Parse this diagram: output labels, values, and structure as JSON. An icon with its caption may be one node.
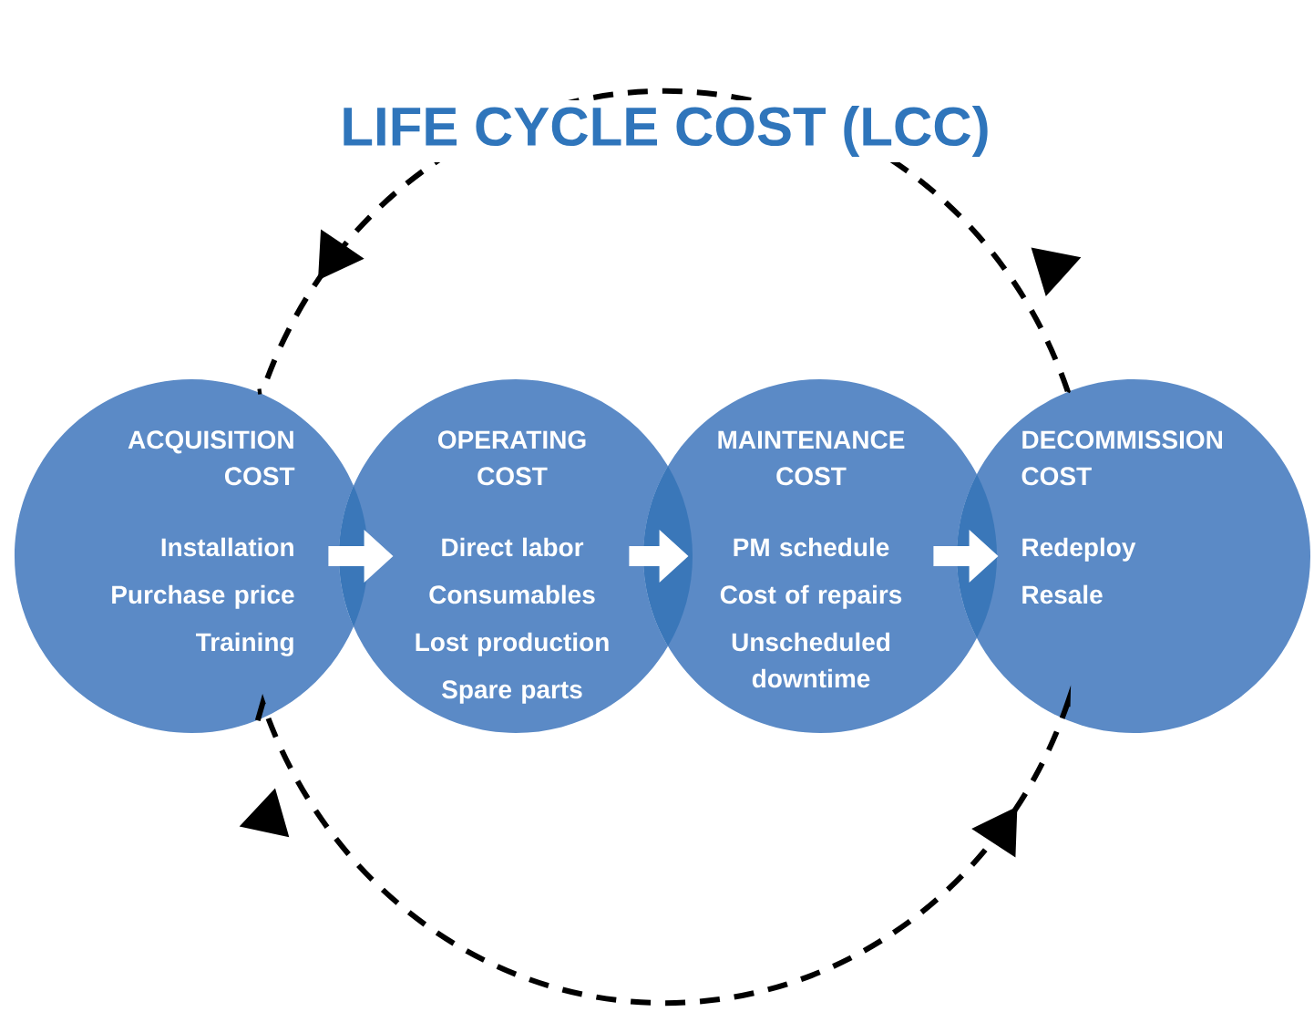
{
  "diagram": {
    "title": "LIFE CYCLE COST (LCC)",
    "nodes": [
      {
        "text": [
          "ACQUISITION COST",
          "Installation",
          "Purchase price",
          "Training"
        ]
      },
      {
        "text": [
          "OPERATING COST",
          "Direct labor",
          "Consumables",
          "Lost production",
          "Spare parts"
        ]
      },
      {
        "text": [
          "MAINTENANCE COST",
          "PM schedule",
          "Cost of repairs",
          "Unscheduled downtime"
        ]
      },
      {
        "text": [
          "DECOMMISSION COST",
          "Redeploy",
          "Resale"
        ]
      }
    ],
    "edges": [
      {
        "from": 0,
        "to": 1,
        "arrow": "to"
      },
      {
        "from": 1,
        "to": 2,
        "arrow": "to"
      },
      {
        "from": 2,
        "to": 3,
        "arrow": "to"
      },
      {
        "from": 3,
        "to": 0,
        "arrow": "to",
        "style": "dashed",
        "color": "#000000"
      },
      {
        "from": 0,
        "to": 3,
        "arrow": "to",
        "style": "dashed",
        "color": "#000000"
      }
    ]
  }
}
